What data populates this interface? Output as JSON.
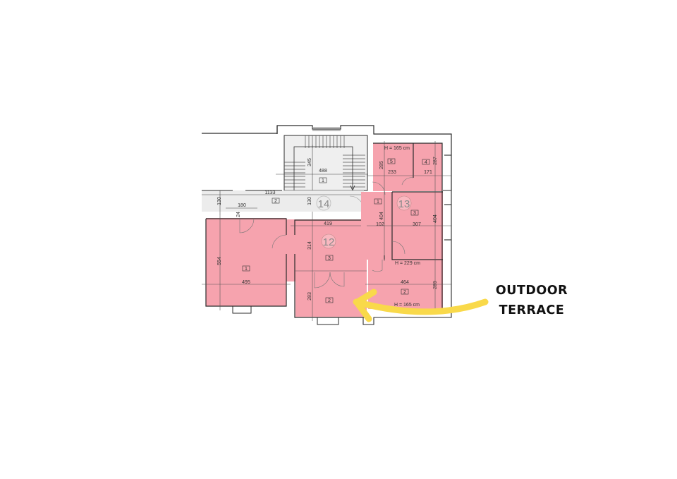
{
  "colors": {
    "room_fill": "#f6a3ae",
    "wall": "#2b2b2b",
    "corridor": "#ececec",
    "arrow": "#f9d94a",
    "background": "#ffffff"
  },
  "annotation": {
    "line1": "OUTDOOR",
    "line2": "TERRACE",
    "arrow_direction": "left"
  },
  "zones": {
    "z12": "12",
    "z13": "13",
    "z14": "14"
  },
  "staircase": {
    "room_number": "1",
    "width_dim": "488",
    "depth_dim": "345"
  },
  "corridor": {
    "room_number": "2",
    "length_dim": "1133",
    "width_dim_left": "130",
    "width_dim_right": "130",
    "entry_width": "180",
    "entry_depth": "24"
  },
  "unit12": {
    "room1": {
      "number": "1",
      "width": "495",
      "depth": "554"
    },
    "room3": {
      "number": "3",
      "width": "419",
      "depth": "314"
    },
    "room2": {
      "number": "2",
      "depth": "283"
    }
  },
  "unit13": {
    "room1": {
      "number": "1",
      "width": "102",
      "depth": "404"
    },
    "room3": {
      "number": "3",
      "width": "307",
      "depth": "404"
    },
    "room5": {
      "number": "5",
      "width": "233",
      "depth": "285"
    },
    "room4": {
      "number": "4",
      "width": "171",
      "depth": "287"
    },
    "room2": {
      "number": "2",
      "width": "464",
      "depth": "289"
    },
    "height_top": "H = 165 cm",
    "height_mid": "H = 229 cm",
    "height_bottom": "H = 165 cm"
  }
}
